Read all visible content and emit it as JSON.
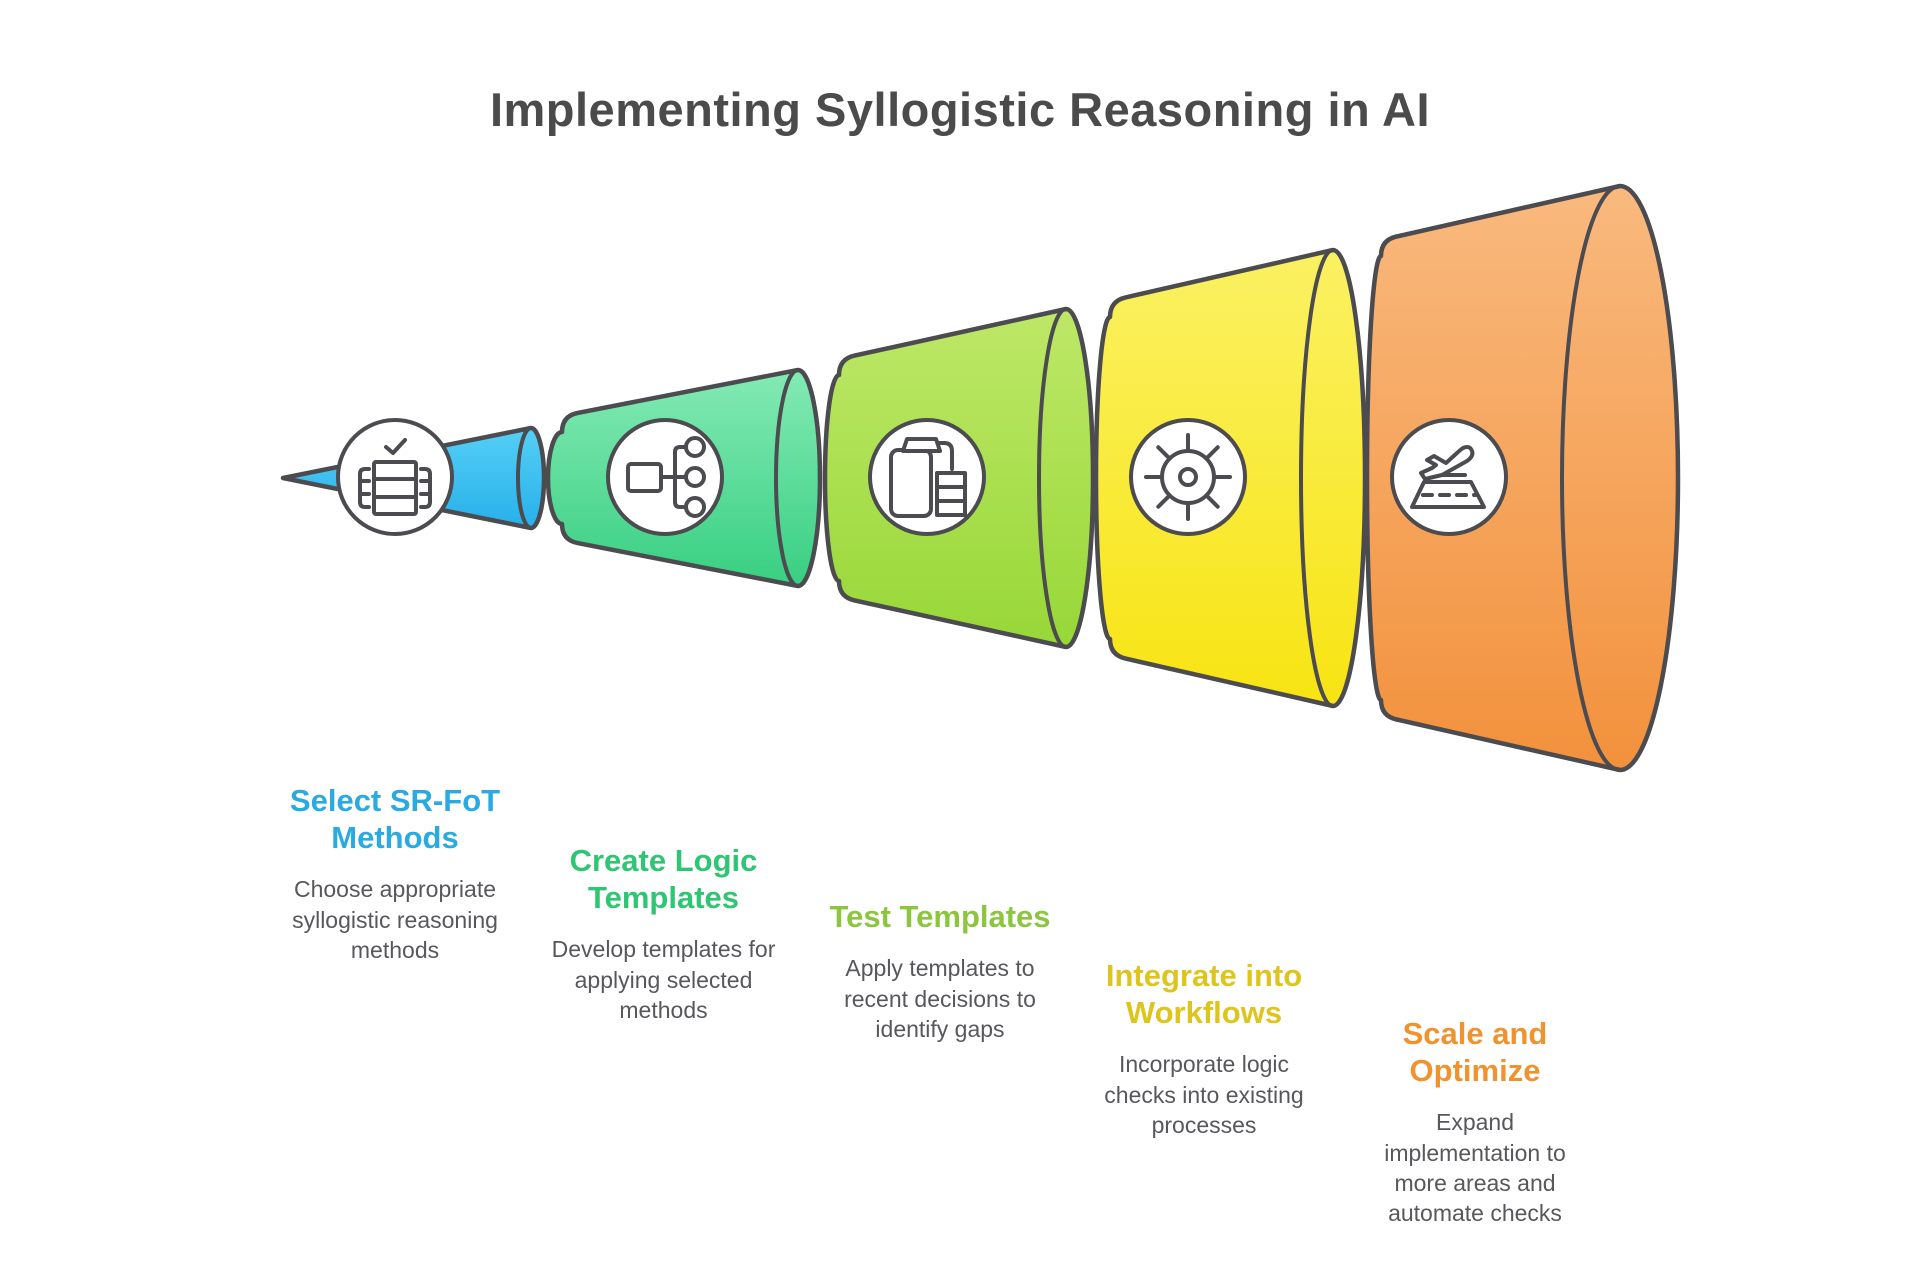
{
  "title": "Implementing Syllogistic Reasoning in AI",
  "colors": {
    "background": "#ffffff",
    "outline": "#4b4b50",
    "title_text": "#4b4b4b",
    "description_text": "#58585c",
    "icon_circle_fill": "#ffffff"
  },
  "stages": [
    {
      "label": "Select SR-FoT Methods",
      "description": "Choose appropriate syllogistic reasoning methods",
      "label_color": "#29ABE2",
      "fill_top": "#55cff6",
      "fill_bottom": "#27b0ea",
      "icon": "checklist-table-icon"
    },
    {
      "label": "Create Logic Templates",
      "description": "Develop templates for applying selected methods",
      "label_color": "#2EC573",
      "fill_top": "#84eab4",
      "fill_bottom": "#38cf82",
      "icon": "flowchart-icon"
    },
    {
      "label": "Test Templates",
      "description": "Apply templates to recent decisions to identify gaps",
      "label_color": "#8CC63F",
      "fill_top": "#bee868",
      "fill_bottom": "#97d737",
      "icon": "clipboard-list-icon"
    },
    {
      "label": "Integrate into Workflows",
      "description": "Incorporate logic checks into existing processes",
      "label_color": "#DEC51E",
      "fill_top": "#faf163",
      "fill_bottom": "#f8e412",
      "icon": "sun-gear-icon"
    },
    {
      "label": "Scale and Optimize",
      "description": "Expand implementation to more areas and automate checks",
      "label_color": "#F0932F",
      "fill_top": "#f9b97e",
      "fill_bottom": "#f2913c",
      "icon": "plane-takeoff-icon"
    }
  ]
}
